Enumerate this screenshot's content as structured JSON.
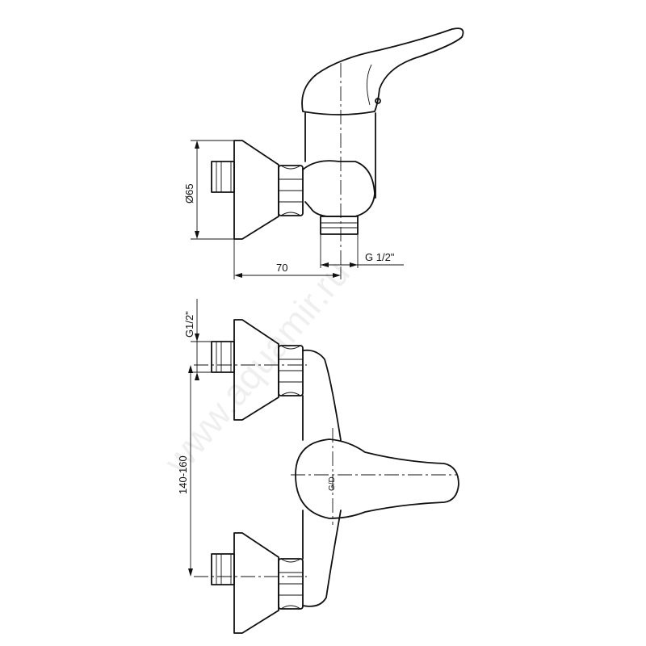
{
  "watermark": "www.aquamir.ru",
  "side_view": {
    "dim_diameter": "Ø65",
    "dim_length": "70",
    "dim_thread": "G 1/2\""
  },
  "front_view": {
    "dim_thread": "G1/2\"",
    "dim_center": "140-160",
    "handle_mark": "G/D"
  }
}
